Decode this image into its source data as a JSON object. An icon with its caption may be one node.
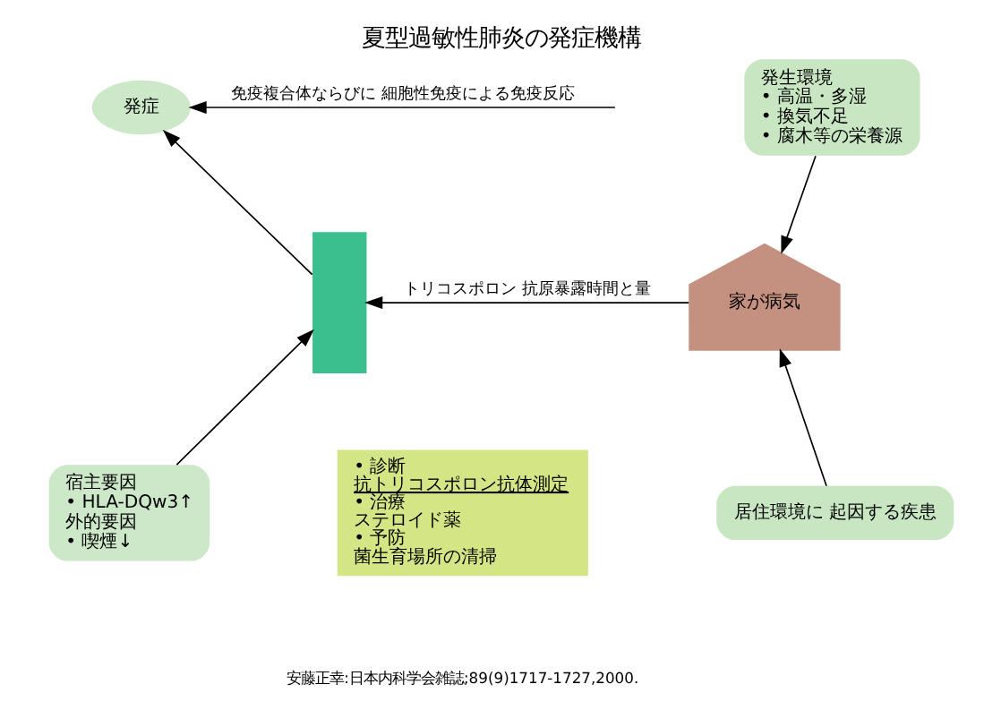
{
  "diagram": {
    "title": "夏型過敏性肺炎の発症機構",
    "caption": "安藤正幸:日本内科学会雑誌;89(9)1717-1727,2000.",
    "nodes": [
      {
        "text": [
          "発症"
        ]
      },
      {
        "text": [],
        "shape": "person"
      },
      {
        "text": [
          "発生環境",
          "• 高温・多湿",
          "• 換気不足",
          "• 腐木等の栄養源"
        ]
      },
      {
        "text": [
          "家が病気"
        ]
      },
      {
        "text": [
          "宿主要因",
          "• HLA-DQw3↑",
          "外的要因",
          "• 喫煙↓"
        ]
      },
      {
        "text": [
          "• 診断",
          "抗トリコスポロン抗体測定",
          "• 治療",
          "ステロイド薬",
          "• 予防",
          "菌生育場所の清掃"
        ]
      },
      {
        "text": [
          "居住環境に 起因する疾患"
        ]
      }
    ],
    "edges": [
      {
        "from": 1,
        "to": 0,
        "arrow": "to"
      },
      {
        "from": null,
        "to": 0,
        "arrow": "to",
        "label": "免疫複合体ならびに 細胞性免疫による免疫反応"
      },
      {
        "from": 3,
        "to": 1,
        "arrow": "to",
        "label": "トリコスポロン 抗原暴露時間と量"
      },
      {
        "from": 2,
        "to": 3,
        "arrow": "to"
      },
      {
        "from": 4,
        "to": 1,
        "arrow": "to"
      },
      {
        "from": 6,
        "to": 3,
        "arrow": "to"
      }
    ]
  }
}
